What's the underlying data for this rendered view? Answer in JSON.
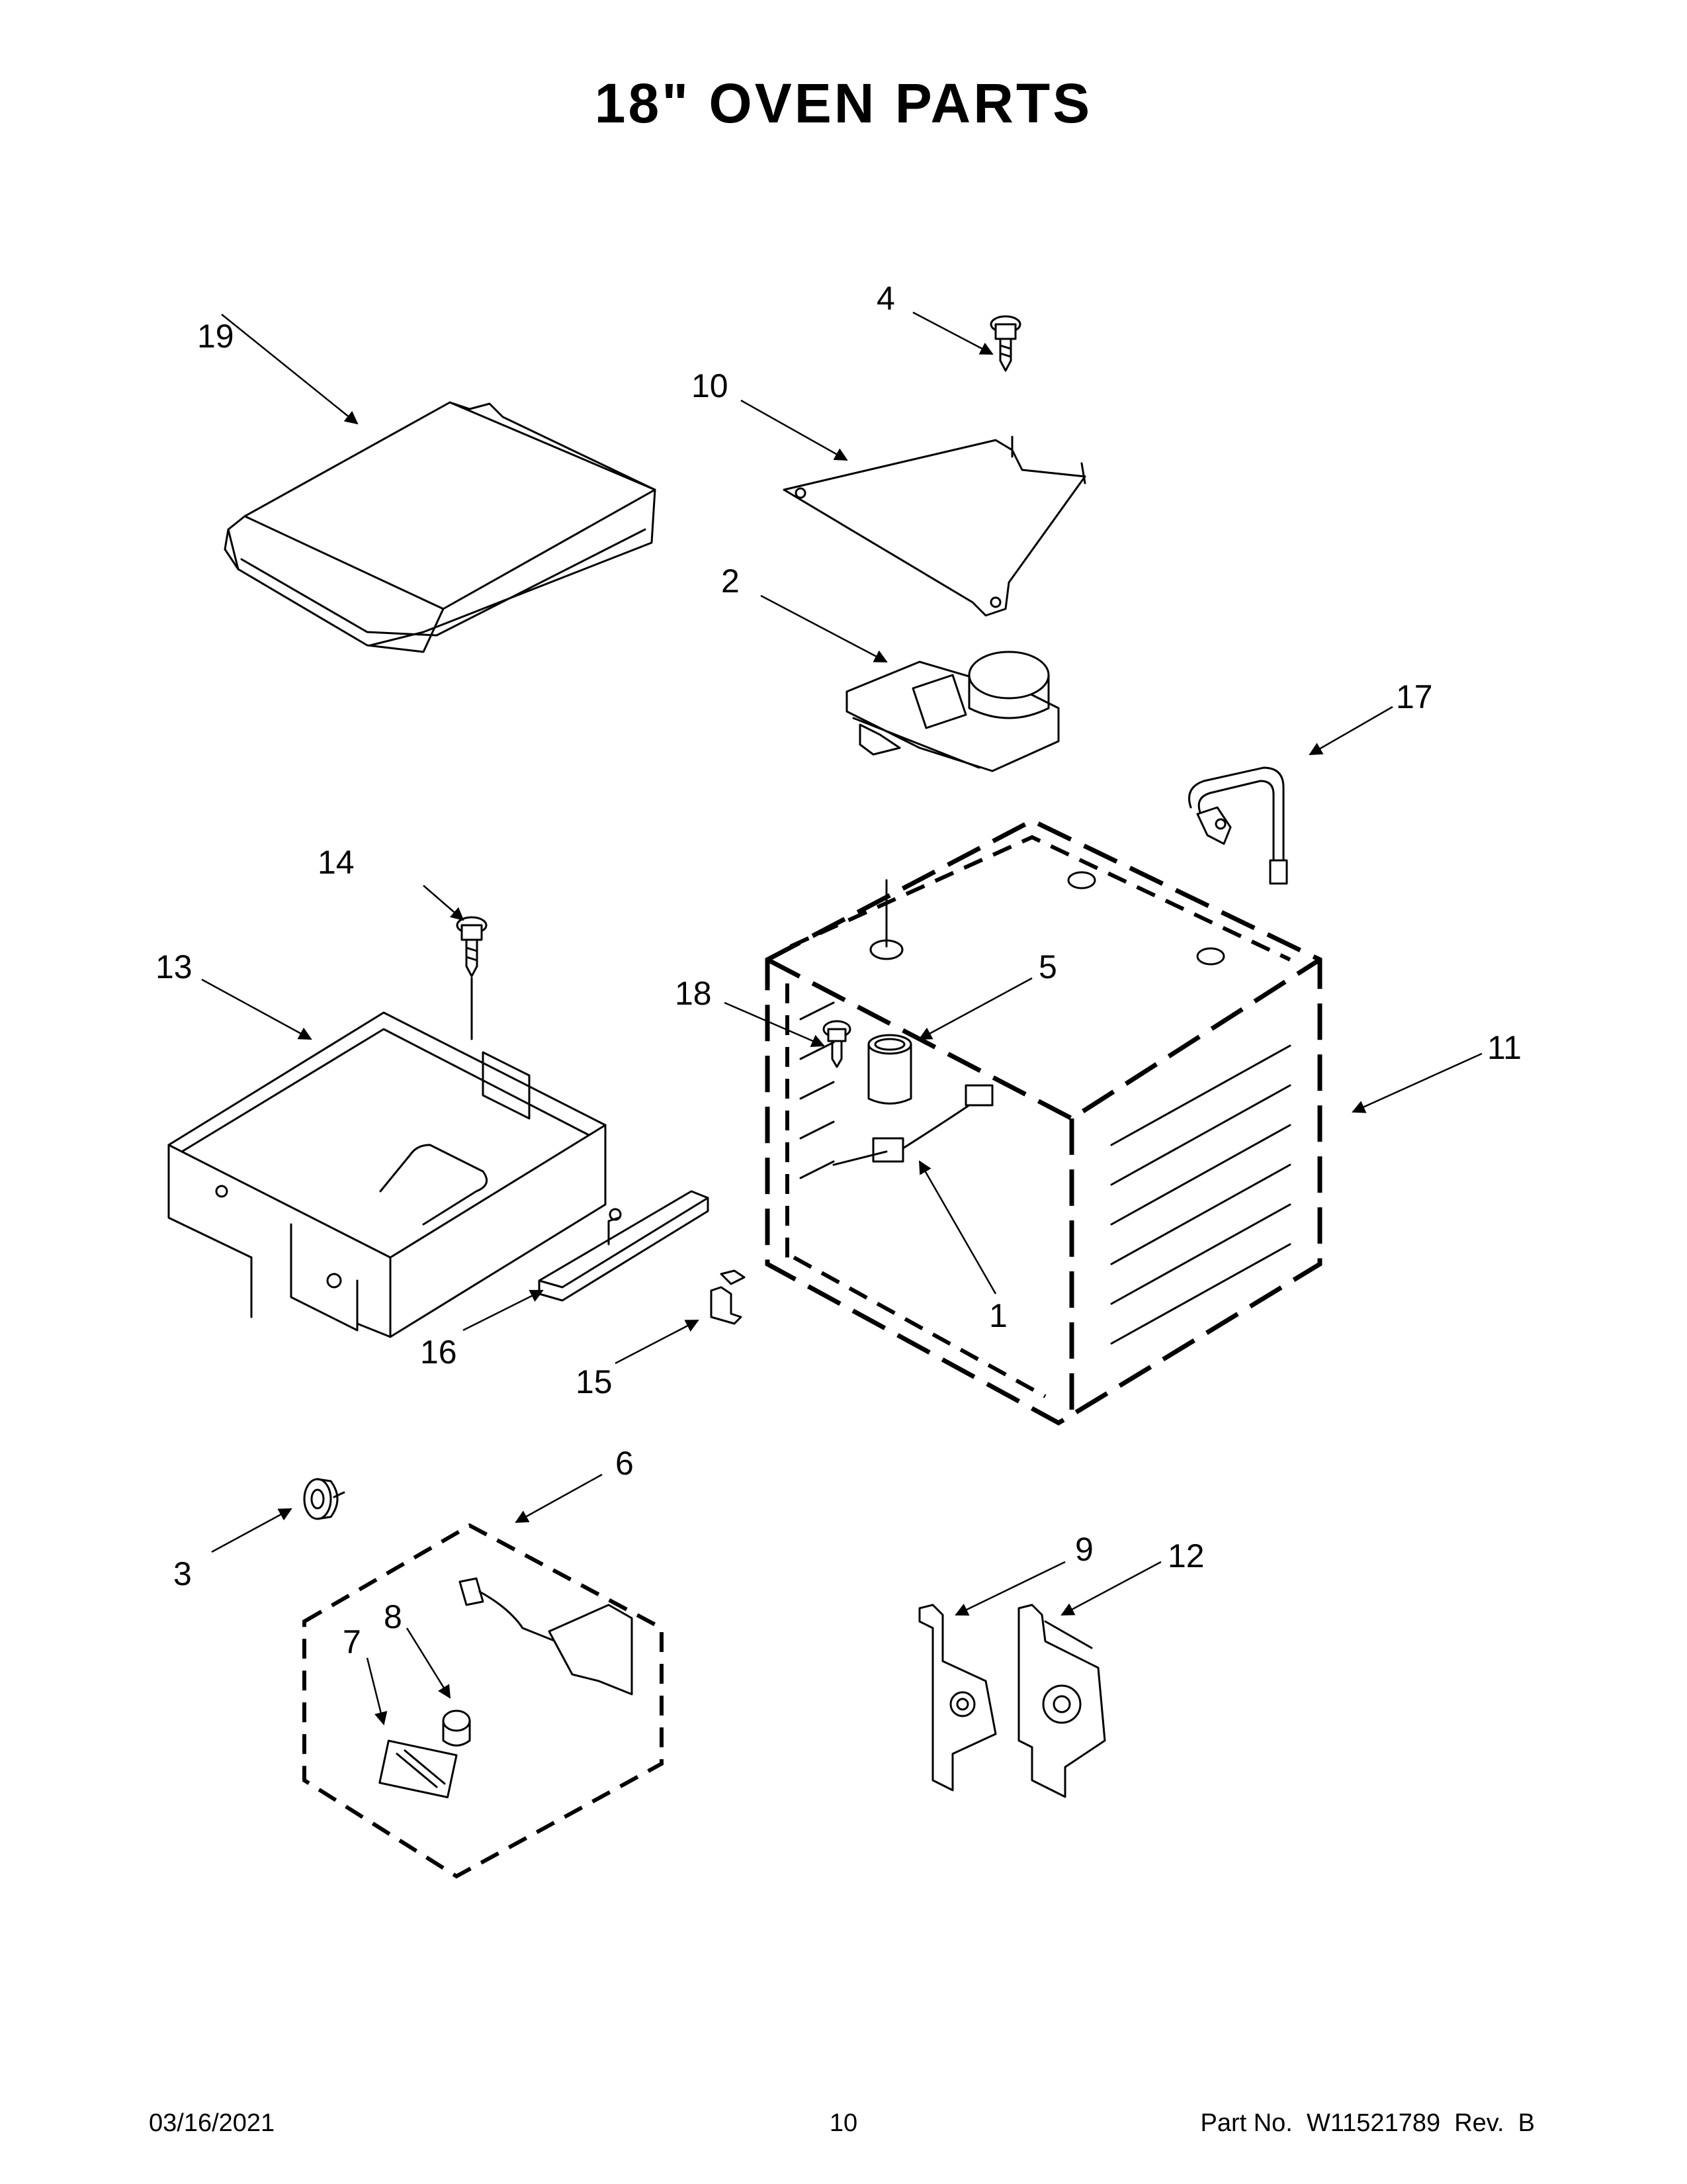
{
  "page": {
    "title": "18\" OVEN PARTS",
    "footer": {
      "date": "03/16/2021",
      "page_number": "10",
      "part_number": "Part No.  W11521789  Rev.  B"
    }
  },
  "callouts": [
    {
      "id": "c1",
      "label": "1"
    },
    {
      "id": "c2",
      "label": "2"
    },
    {
      "id": "c3",
      "label": "3"
    },
    {
      "id": "c4",
      "label": "4"
    },
    {
      "id": "c5",
      "label": "5"
    },
    {
      "id": "c6",
      "label": "6"
    },
    {
      "id": "c7",
      "label": "7"
    },
    {
      "id": "c8",
      "label": "8"
    },
    {
      "id": "c9",
      "label": "9"
    },
    {
      "id": "c10",
      "label": "10"
    },
    {
      "id": "c11",
      "label": "11"
    },
    {
      "id": "c12",
      "label": "12"
    },
    {
      "id": "c13",
      "label": "13"
    },
    {
      "id": "c14",
      "label": "14"
    },
    {
      "id": "c15",
      "label": "15"
    },
    {
      "id": "c16",
      "label": "16"
    },
    {
      "id": "c17",
      "label": "17"
    },
    {
      "id": "c18",
      "label": "18"
    },
    {
      "id": "c19",
      "label": "19"
    }
  ]
}
